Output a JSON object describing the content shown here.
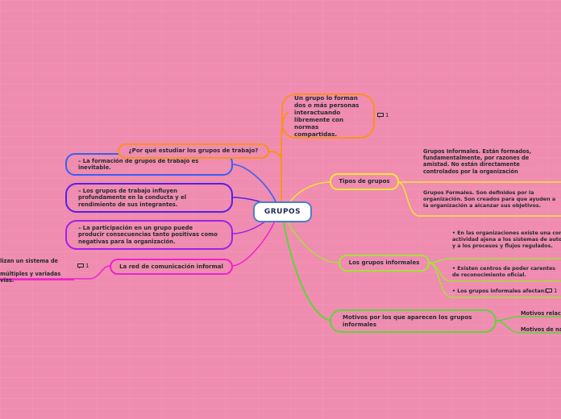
{
  "root": {
    "label": "GRUPOS"
  },
  "colors": {
    "background": "#ef8cb0",
    "orange": "#f7931e",
    "yellow": "#f5e33a",
    "lime": "#a6e03a",
    "green": "#5fd43a",
    "blue": "#3a5ef0",
    "indigo": "#5a20e0",
    "purple": "#a020e8",
    "magenta": "#f020d0"
  },
  "branches": {
    "definition": {
      "label": "Un grupo lo forman dos o más personas interactuando libremente con normas compartidas.",
      "comment_count": "1"
    },
    "why_study": {
      "label": "¿Por qué estudiar los grupos de trabajo?"
    },
    "reasons": [
      {
        "label": "– La formación de grupos de trabajo es inevitable."
      },
      {
        "label": "– Los grupos de trabajo influyen profundamente en la conducta y el rendimiento de sus integrantes."
      },
      {
        "label": "– La participación en un grupo puede producir consecuencias tanto positivas como negativas para la organización."
      }
    ],
    "informal_network": {
      "label": "La red de comunicación informal",
      "child_line1": "lizan un sistema de",
      "child_line2": "múltiples y variadas vías.",
      "comment_count": "1"
    },
    "types": {
      "label": "Tipos de grupos",
      "children": [
        {
          "label": "Grupos Informales. Están formados, fundamentalmente, por razones de amistad. No están directamente controlados por la organización"
        },
        {
          "label": "Grupos Formales. Son definidos por la organización. Son creados para que ayuden a la organización a alcanzar sus objetivos."
        }
      ]
    },
    "informal_groups": {
      "label": "Los grupos informales",
      "children": [
        {
          "label": "• En las organizaciones existe una considerable actividad ajena a los sistemas de autoridad formal y a los procesos y flujos regulados."
        },
        {
          "label": "• Existen centros de poder carentes de reconocimiento oficial."
        },
        {
          "label": "• Los grupos informales afectan:",
          "comment_count": "1"
        }
      ]
    },
    "motives": {
      "label": "Motivos por los que aparecen los grupos informales",
      "children": [
        {
          "label": "Motivos relacionados"
        },
        {
          "label": "Motivos de naturaleza"
        }
      ]
    }
  }
}
